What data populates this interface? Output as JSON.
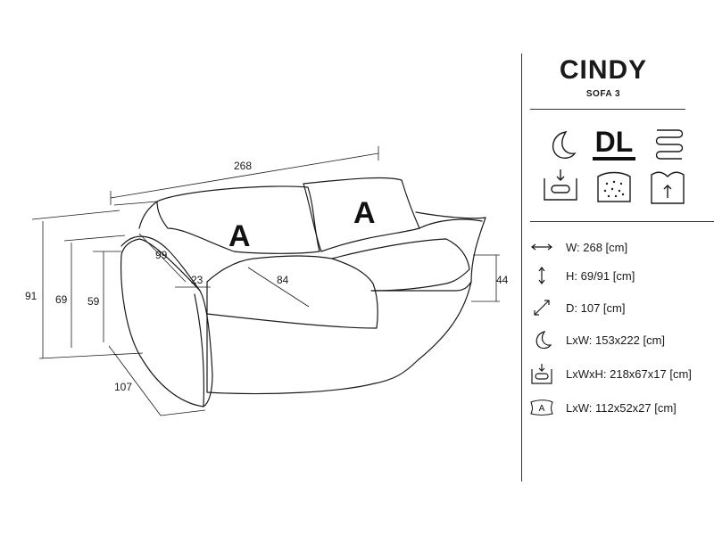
{
  "product": {
    "name": "CINDY",
    "subtitle": "SOFA 3"
  },
  "dimensions": {
    "width": "268",
    "height_total": "91",
    "height_back": "69",
    "height_arm": "59",
    "depth": "107",
    "seat_height": "44",
    "arm_inner_height": "99",
    "arm_width": "23",
    "seat_depth": "84"
  },
  "cushion_marks": [
    "A",
    "A"
  ],
  "feature_icons": [
    "sleep-moon-icon",
    "dl-logo-icon",
    "spring-icon",
    "storage-box-icon",
    "foam-block-icon",
    "upholstery-arrow-icon"
  ],
  "feature_text": {
    "dl": "DL"
  },
  "specs": [
    {
      "icon": "width-arrow-icon",
      "label": "W: 268 [cm]"
    },
    {
      "icon": "height-arrow-icon",
      "label": "H: 69/91 [cm]"
    },
    {
      "icon": "depth-arrow-icon",
      "label": "D: 107 [cm]"
    },
    {
      "icon": "sleep-moon-icon",
      "label": "LxW: 153x222 [cm]"
    },
    {
      "icon": "storage-box-icon",
      "label": "LxWxH: 218x67x17 [cm]"
    },
    {
      "icon": "cushion-a-icon",
      "label": "LxW: 112x52x27 [cm]"
    }
  ],
  "spec_icon_text": {
    "cushion": "A"
  },
  "colors": {
    "line": "#1a1a1a",
    "background": "#ffffff"
  }
}
